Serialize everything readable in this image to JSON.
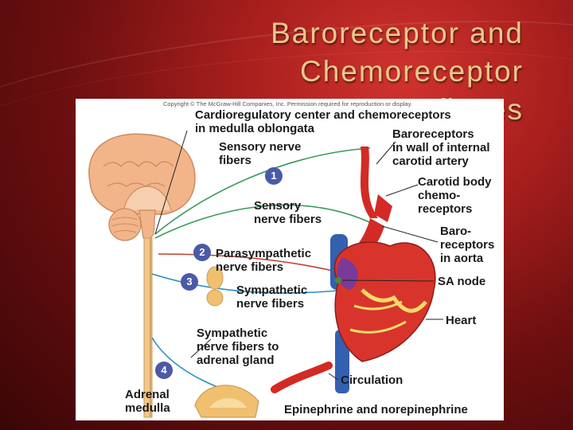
{
  "slide": {
    "title_line1": "Baroreceptor and Chemoreceptor",
    "title_line2": "Reflexes"
  },
  "figure": {
    "copyright": "Copyright © The McGraw-Hill Companies, Inc. Permission required for reproduction or display.",
    "labels": {
      "cardioregulatory_line1": "Cardioregulatory center and chemoreceptors",
      "cardioregulatory_line2": "in medulla oblongata",
      "sensory_upper_line1": "Sensory nerve",
      "sensory_upper_line2": "fibers",
      "sensory_lower_line1": "Sensory",
      "sensory_lower_line2": "nerve fibers",
      "baro_carotid_line1": "Baroreceptors",
      "baro_carotid_line2": "in wall of internal",
      "baro_carotid_line3": "carotid artery",
      "carotid_body_line1": "Carotid body",
      "carotid_body_line2": "chemo-",
      "carotid_body_line3": "receptors",
      "baro_aorta_line1": "Baro-",
      "baro_aorta_line2": "receptors",
      "baro_aorta_line3": "in aorta",
      "parasympathetic_line1": "Parasympathetic",
      "parasympathetic_line2": "nerve fibers",
      "sympathetic_line1": "Sympathetic",
      "sympathetic_line2": "nerve fibers",
      "sa_node": "SA node",
      "heart": "Heart",
      "sympathetic_adrenal_line1": "Sympathetic",
      "sympathetic_adrenal_line2": "nerve fibers to",
      "sympathetic_adrenal_line3": "adrenal gland",
      "circulation": "Circulation",
      "adrenal_line1": "Adrenal",
      "adrenal_line2": "medulla",
      "epinephrine": "Epinephrine and norepinephrine"
    },
    "badges": [
      "1",
      "2",
      "3",
      "4"
    ],
    "colors": {
      "sensory_fiber": "#3a9a5a",
      "parasympathetic_fiber": "#c0402a",
      "sympathetic_fiber": "#2a8fc0",
      "badge": "#4b5aa6",
      "brain": "#f2b58a",
      "artery": "#d42a25",
      "vein": "#3560b0"
    }
  }
}
